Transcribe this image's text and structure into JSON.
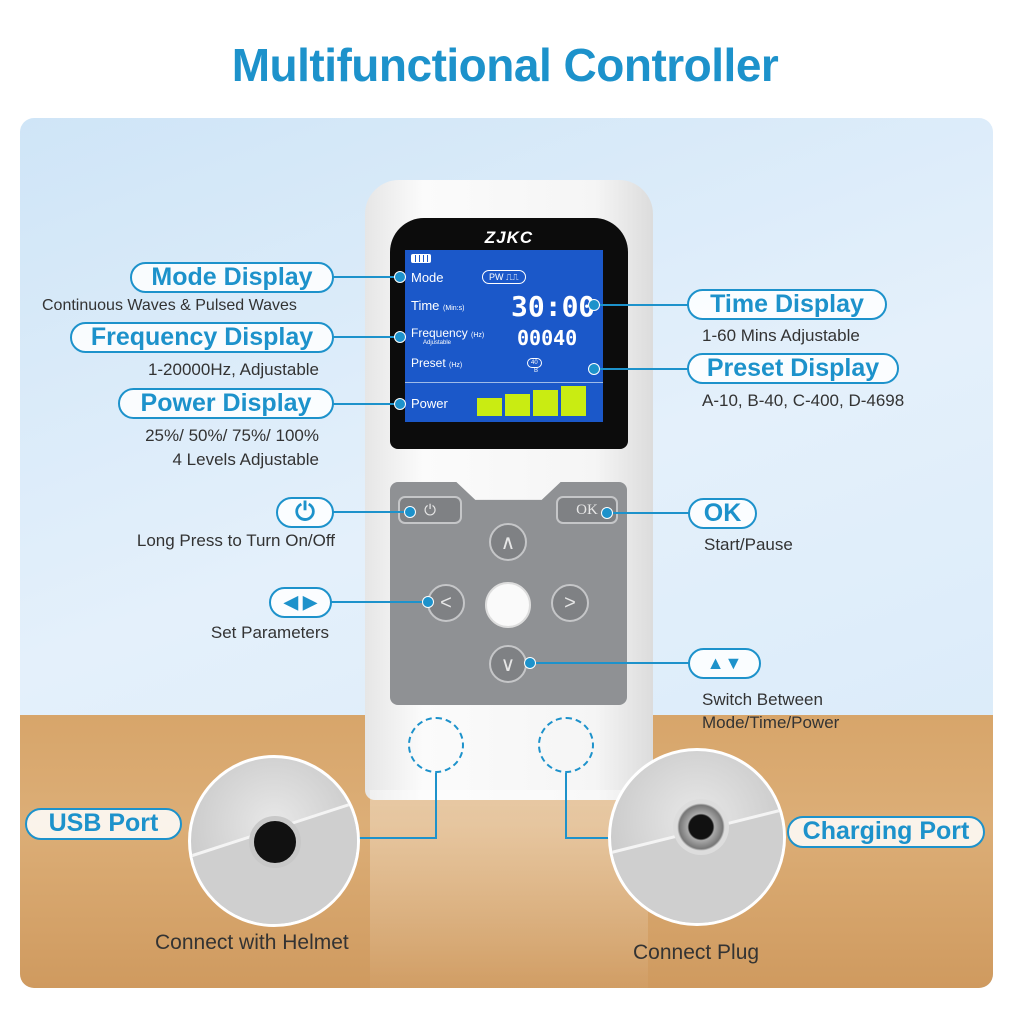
{
  "title": "Multifunctional Controller",
  "device": {
    "brand": "ZJKC",
    "screen": {
      "mode_label": "Mode",
      "mode_value": "PW",
      "time_label": "Time",
      "time_unit": "(Min:s)",
      "time_value": "30:00",
      "frequency_label": "Frequency",
      "frequency_unit": "(Hz)",
      "frequency_note": "Adjustable",
      "frequency_value": "00040",
      "preset_label": "Preset",
      "preset_unit": "(Hz)",
      "preset_value": "40",
      "preset_letter": "B",
      "power_label": "Power",
      "power_level": 4,
      "power_levels_total": 4
    },
    "keys": {
      "ok": "OK",
      "power": "⏻",
      "up": "∧",
      "down": "∨",
      "left": "<",
      "right": ">"
    }
  },
  "callouts": {
    "mode": {
      "title": "Mode Display",
      "desc": "Continuous Waves & Pulsed Waves"
    },
    "frequency": {
      "title": "Frequency Display",
      "desc": "1-20000Hz, Adjustable"
    },
    "power": {
      "title": "Power Display",
      "desc1": "25%/ 50%/ 75%/ 100%",
      "desc2": "4 Levels Adjustable"
    },
    "time": {
      "title": "Time Display",
      "desc": "1-60 Mins Adjustable"
    },
    "preset": {
      "title": "Preset Display",
      "desc": "A-10, B-40, C-400, D-4698"
    },
    "power_button": {
      "icon": "⏻",
      "desc": "Long Press to Turn On/Off"
    },
    "ok": {
      "title": "OK",
      "desc": "Start/Pause"
    },
    "left_right": {
      "icon": "◀ ▶",
      "desc": "Set Parameters"
    },
    "up_down": {
      "icon": "▲▼",
      "desc1": "Switch Between",
      "desc2": "Mode/Time/Power"
    },
    "usb": {
      "title": "USB Port",
      "desc": "Connect with Helmet"
    },
    "charging": {
      "title": "Charging Port",
      "desc": "Connect Plug"
    }
  },
  "colors": {
    "accent": "#1d92cb",
    "lcd": "#1b58c9",
    "power_bar": "#c9ec12"
  }
}
